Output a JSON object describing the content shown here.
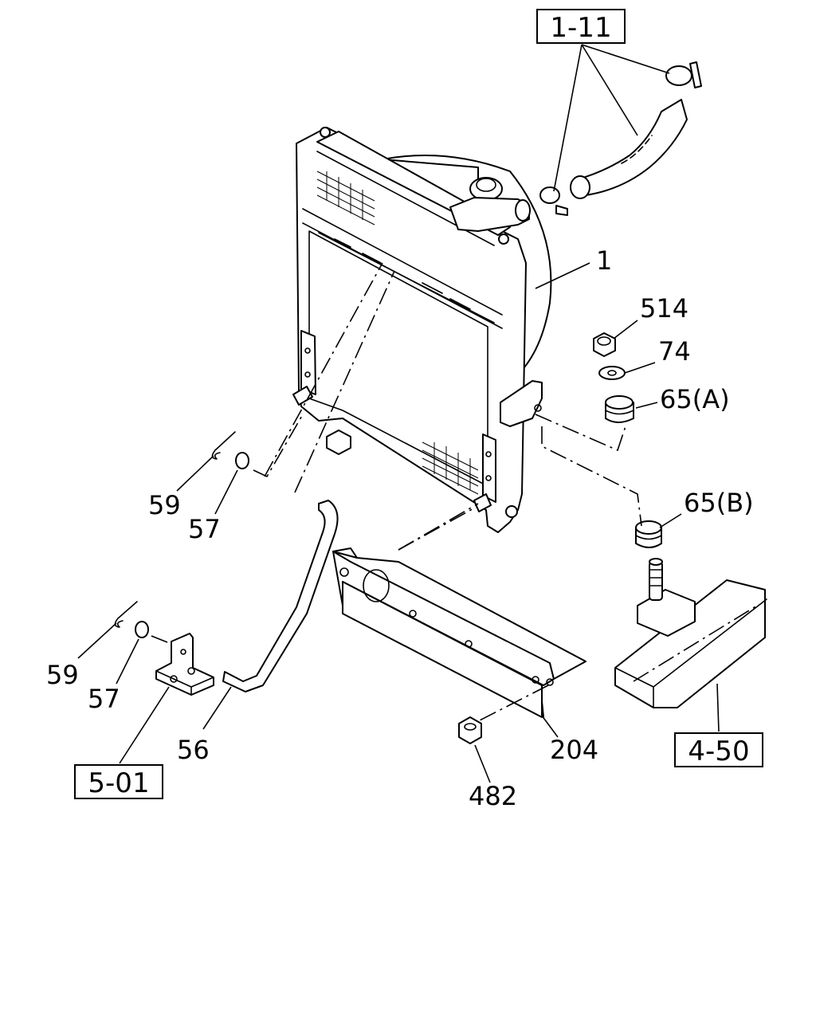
{
  "diagram": {
    "reference_boxes": [
      {
        "id": "ref-1-11",
        "text": "1-11"
      },
      {
        "id": "ref-5-01",
        "text": "5-01"
      },
      {
        "id": "ref-4-50",
        "text": "4-50"
      }
    ],
    "callouts": [
      {
        "id": "part-1",
        "text": "1"
      },
      {
        "id": "part-514",
        "text": "514"
      },
      {
        "id": "part-74",
        "text": "74"
      },
      {
        "id": "part-65a",
        "text": "65(A)"
      },
      {
        "id": "part-65b",
        "text": "65(B)"
      },
      {
        "id": "part-59-upper",
        "text": "59"
      },
      {
        "id": "part-57-upper",
        "text": "57"
      },
      {
        "id": "part-59-lower",
        "text": "59"
      },
      {
        "id": "part-57-lower",
        "text": "57"
      },
      {
        "id": "part-56",
        "text": "56"
      },
      {
        "id": "part-204",
        "text": "204"
      },
      {
        "id": "part-482",
        "text": "482"
      }
    ]
  }
}
